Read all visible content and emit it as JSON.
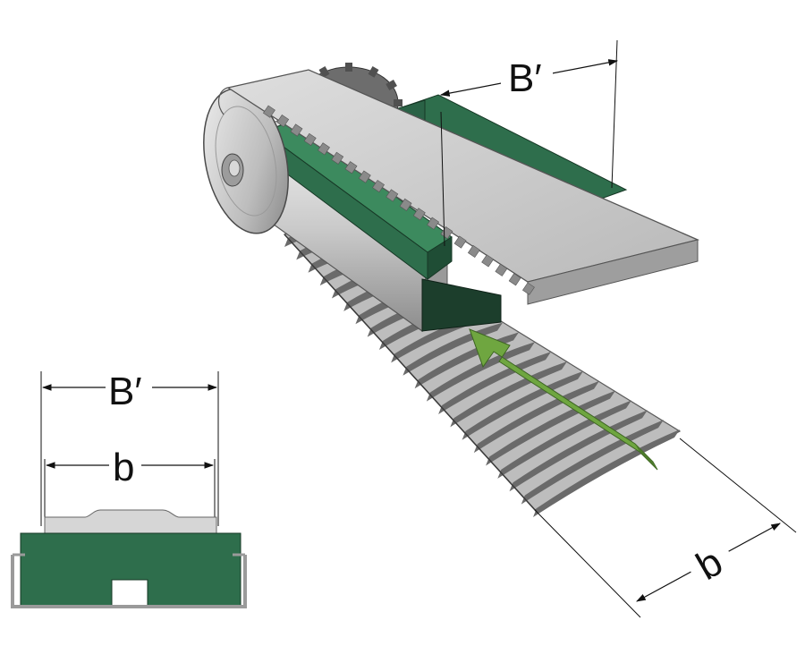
{
  "labels": {
    "top_width": "B′",
    "top_belt_width": "b",
    "iso_width": "B′",
    "iso_belt_width": "b"
  },
  "colors": {
    "green_profile": "#2e6e4c",
    "green_profile_dark": "#1f4d35",
    "belt_gray": "#c8c8c8",
    "belt_shadow": "#707070",
    "rail_silver": "#d2d2d2",
    "arrow_green": "#6fa640",
    "arrow_green_dark": "#4d7a2b"
  },
  "icons": {
    "direction": "direction-arrow-icon"
  }
}
